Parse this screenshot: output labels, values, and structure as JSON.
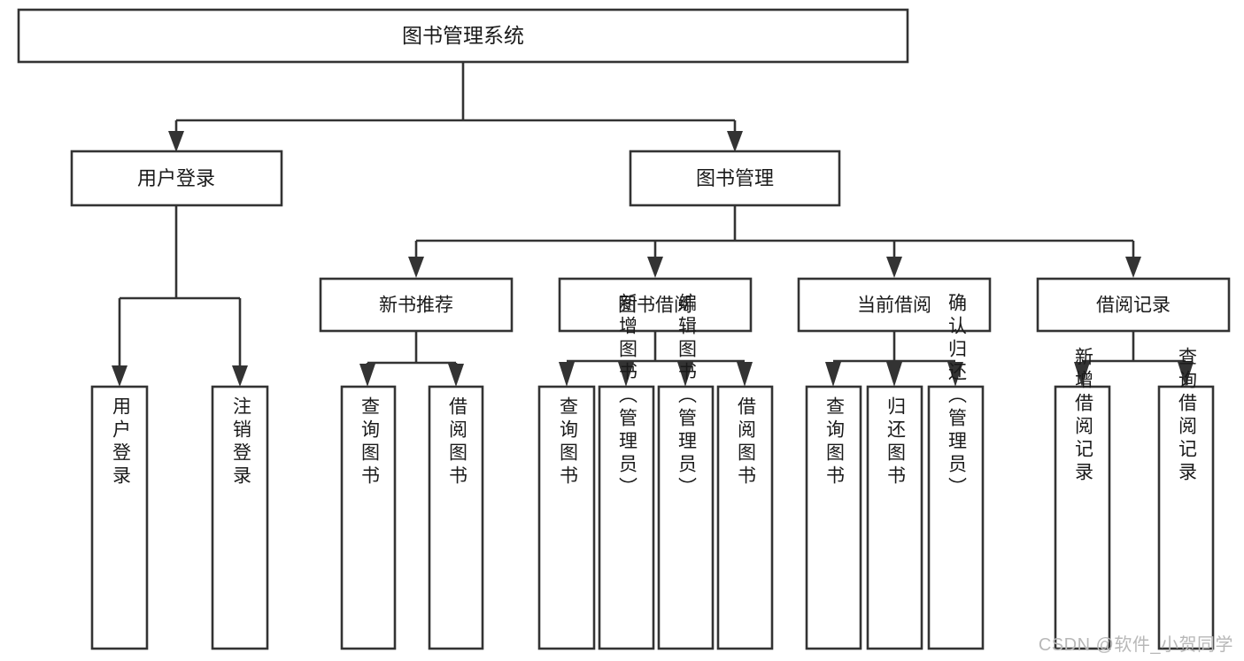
{
  "diagram": {
    "type": "tree",
    "title": "图书管理系统",
    "watermark": "CSDN @软件_小贺同学",
    "colors": {
      "background": "#ffffff",
      "stroke": "#333333",
      "text": "#1a1a1a",
      "watermark": "#b8b8b8"
    },
    "root": {
      "id": "root",
      "label": "图书管理系统"
    },
    "level1": [
      {
        "id": "user-login",
        "label": "用户登录"
      },
      {
        "id": "book-manage",
        "label": "图书管理"
      }
    ],
    "level2": [
      {
        "id": "new-book-rec",
        "label": "新书推荐",
        "parent": "book-manage"
      },
      {
        "id": "book-borrow",
        "label": "图书借阅",
        "parent": "book-manage"
      },
      {
        "id": "current-borrow",
        "label": "当前借阅",
        "parent": "book-manage"
      },
      {
        "id": "borrow-record",
        "label": "借阅记录",
        "parent": "book-manage"
      }
    ],
    "leaves": [
      {
        "id": "leaf-user-login",
        "label": "用户登录",
        "parent": "user-login"
      },
      {
        "id": "leaf-user-logout",
        "label": "注销登录",
        "parent": "user-login"
      },
      {
        "id": "leaf-query-book-1",
        "label": "查询图书",
        "parent": "new-book-rec"
      },
      {
        "id": "leaf-borrow-book-1",
        "label": "借阅图书",
        "parent": "new-book-rec"
      },
      {
        "id": "leaf-query-book-2",
        "label": "查询图书",
        "parent": "book-borrow"
      },
      {
        "id": "leaf-add-book",
        "label": "新增图书（管理员）",
        "parent": "book-borrow"
      },
      {
        "id": "leaf-edit-book",
        "label": "编辑图书（管理员）",
        "parent": "book-borrow"
      },
      {
        "id": "leaf-borrow-book-2",
        "label": "借阅图书",
        "parent": "book-borrow"
      },
      {
        "id": "leaf-query-book-3",
        "label": "查询图书",
        "parent": "current-borrow"
      },
      {
        "id": "leaf-return-book",
        "label": "归还图书",
        "parent": "current-borrow"
      },
      {
        "id": "leaf-confirm-return",
        "label": "确认归还（管理员）",
        "parent": "current-borrow"
      },
      {
        "id": "leaf-add-record",
        "label": "新增借阅记录",
        "parent": "borrow-record"
      },
      {
        "id": "leaf-query-record",
        "label": "查询借阅记录",
        "parent": "borrow-record"
      }
    ]
  }
}
